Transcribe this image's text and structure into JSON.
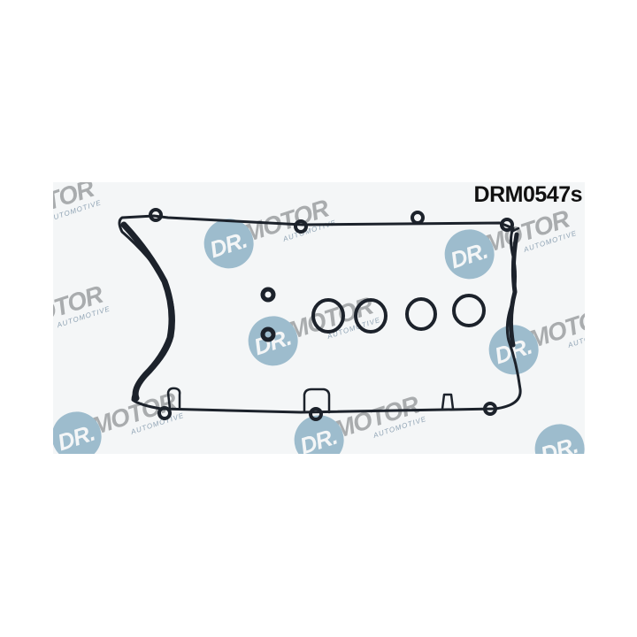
{
  "product": {
    "code": "DRM0547s",
    "description": "Valve cover gasket set with seal rings"
  },
  "watermark": {
    "brand": "DR.MOTOR",
    "disc_text": "DR.",
    "word": "MOTOR",
    "subtitle": "AUTOMOTIVE",
    "disc_color": "#9dbccd",
    "text_color": "#a9acae"
  },
  "colors": {
    "background": "#ffffff",
    "panel": "#f4f6f7",
    "gasket": "#1c222b"
  }
}
